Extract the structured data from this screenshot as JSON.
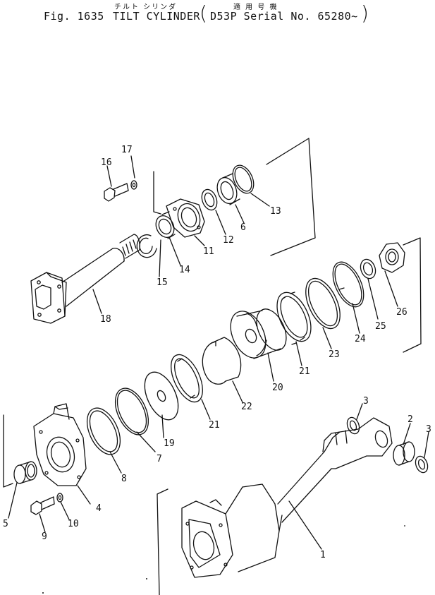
{
  "header": {
    "fig_label": "Fig. 1635",
    "title_en": "TILT CYLINDER",
    "title_jp": "チルト シリンダ",
    "applicable_jp": "適 用 号 機",
    "serial_text": "D53P  Serial No. 65280~"
  },
  "callouts": {
    "p1": "1",
    "p2": "2",
    "p3a": "3",
    "p3b": "3",
    "p4": "4",
    "p5": "5",
    "p6": "6",
    "p7": "7",
    "p8": "8",
    "p9": "9",
    "p10": "10",
    "p11": "11",
    "p12": "12",
    "p13": "13",
    "p14": "14",
    "p15": "15",
    "p16": "16",
    "p17": "17",
    "p18": "18",
    "p19": "19",
    "p20": "20",
    "p21a": "21",
    "p21b": "21",
    "p22": "22",
    "p23": "23",
    "p24": "24",
    "p25": "25",
    "p26": "26"
  }
}
